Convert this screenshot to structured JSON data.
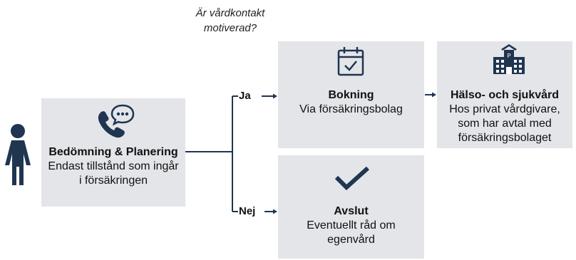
{
  "question": {
    "line1": "Är vårdkontakt",
    "line2": "motiverad?"
  },
  "branches": {
    "yes": "Ja",
    "no": "Nej"
  },
  "assessment": {
    "title": "Bedömning & Planering",
    "line1": "Endast tillstånd som ingår",
    "line2": "i försäkringen"
  },
  "booking": {
    "title": "Bokning",
    "line1": "Via försäkringsbolag"
  },
  "healthcare": {
    "title": "Hälso- och sjukvård",
    "line1": "Hos privat vårdgivare,",
    "line2": "som har avtal med",
    "line3": "försäkringsbolaget"
  },
  "end": {
    "title": "Avslut",
    "line1": "Eventuellt råd om",
    "line2": "egenvård"
  },
  "icons": {
    "person": "person-icon",
    "phone": "phone-chat-icon",
    "calendar": "calendar-check-icon",
    "hospital": "hospital-icon",
    "check": "checkmark-icon"
  },
  "colors": {
    "icon": "#1f3550",
    "box": "#e3e5e9",
    "line": "#1f3550"
  }
}
